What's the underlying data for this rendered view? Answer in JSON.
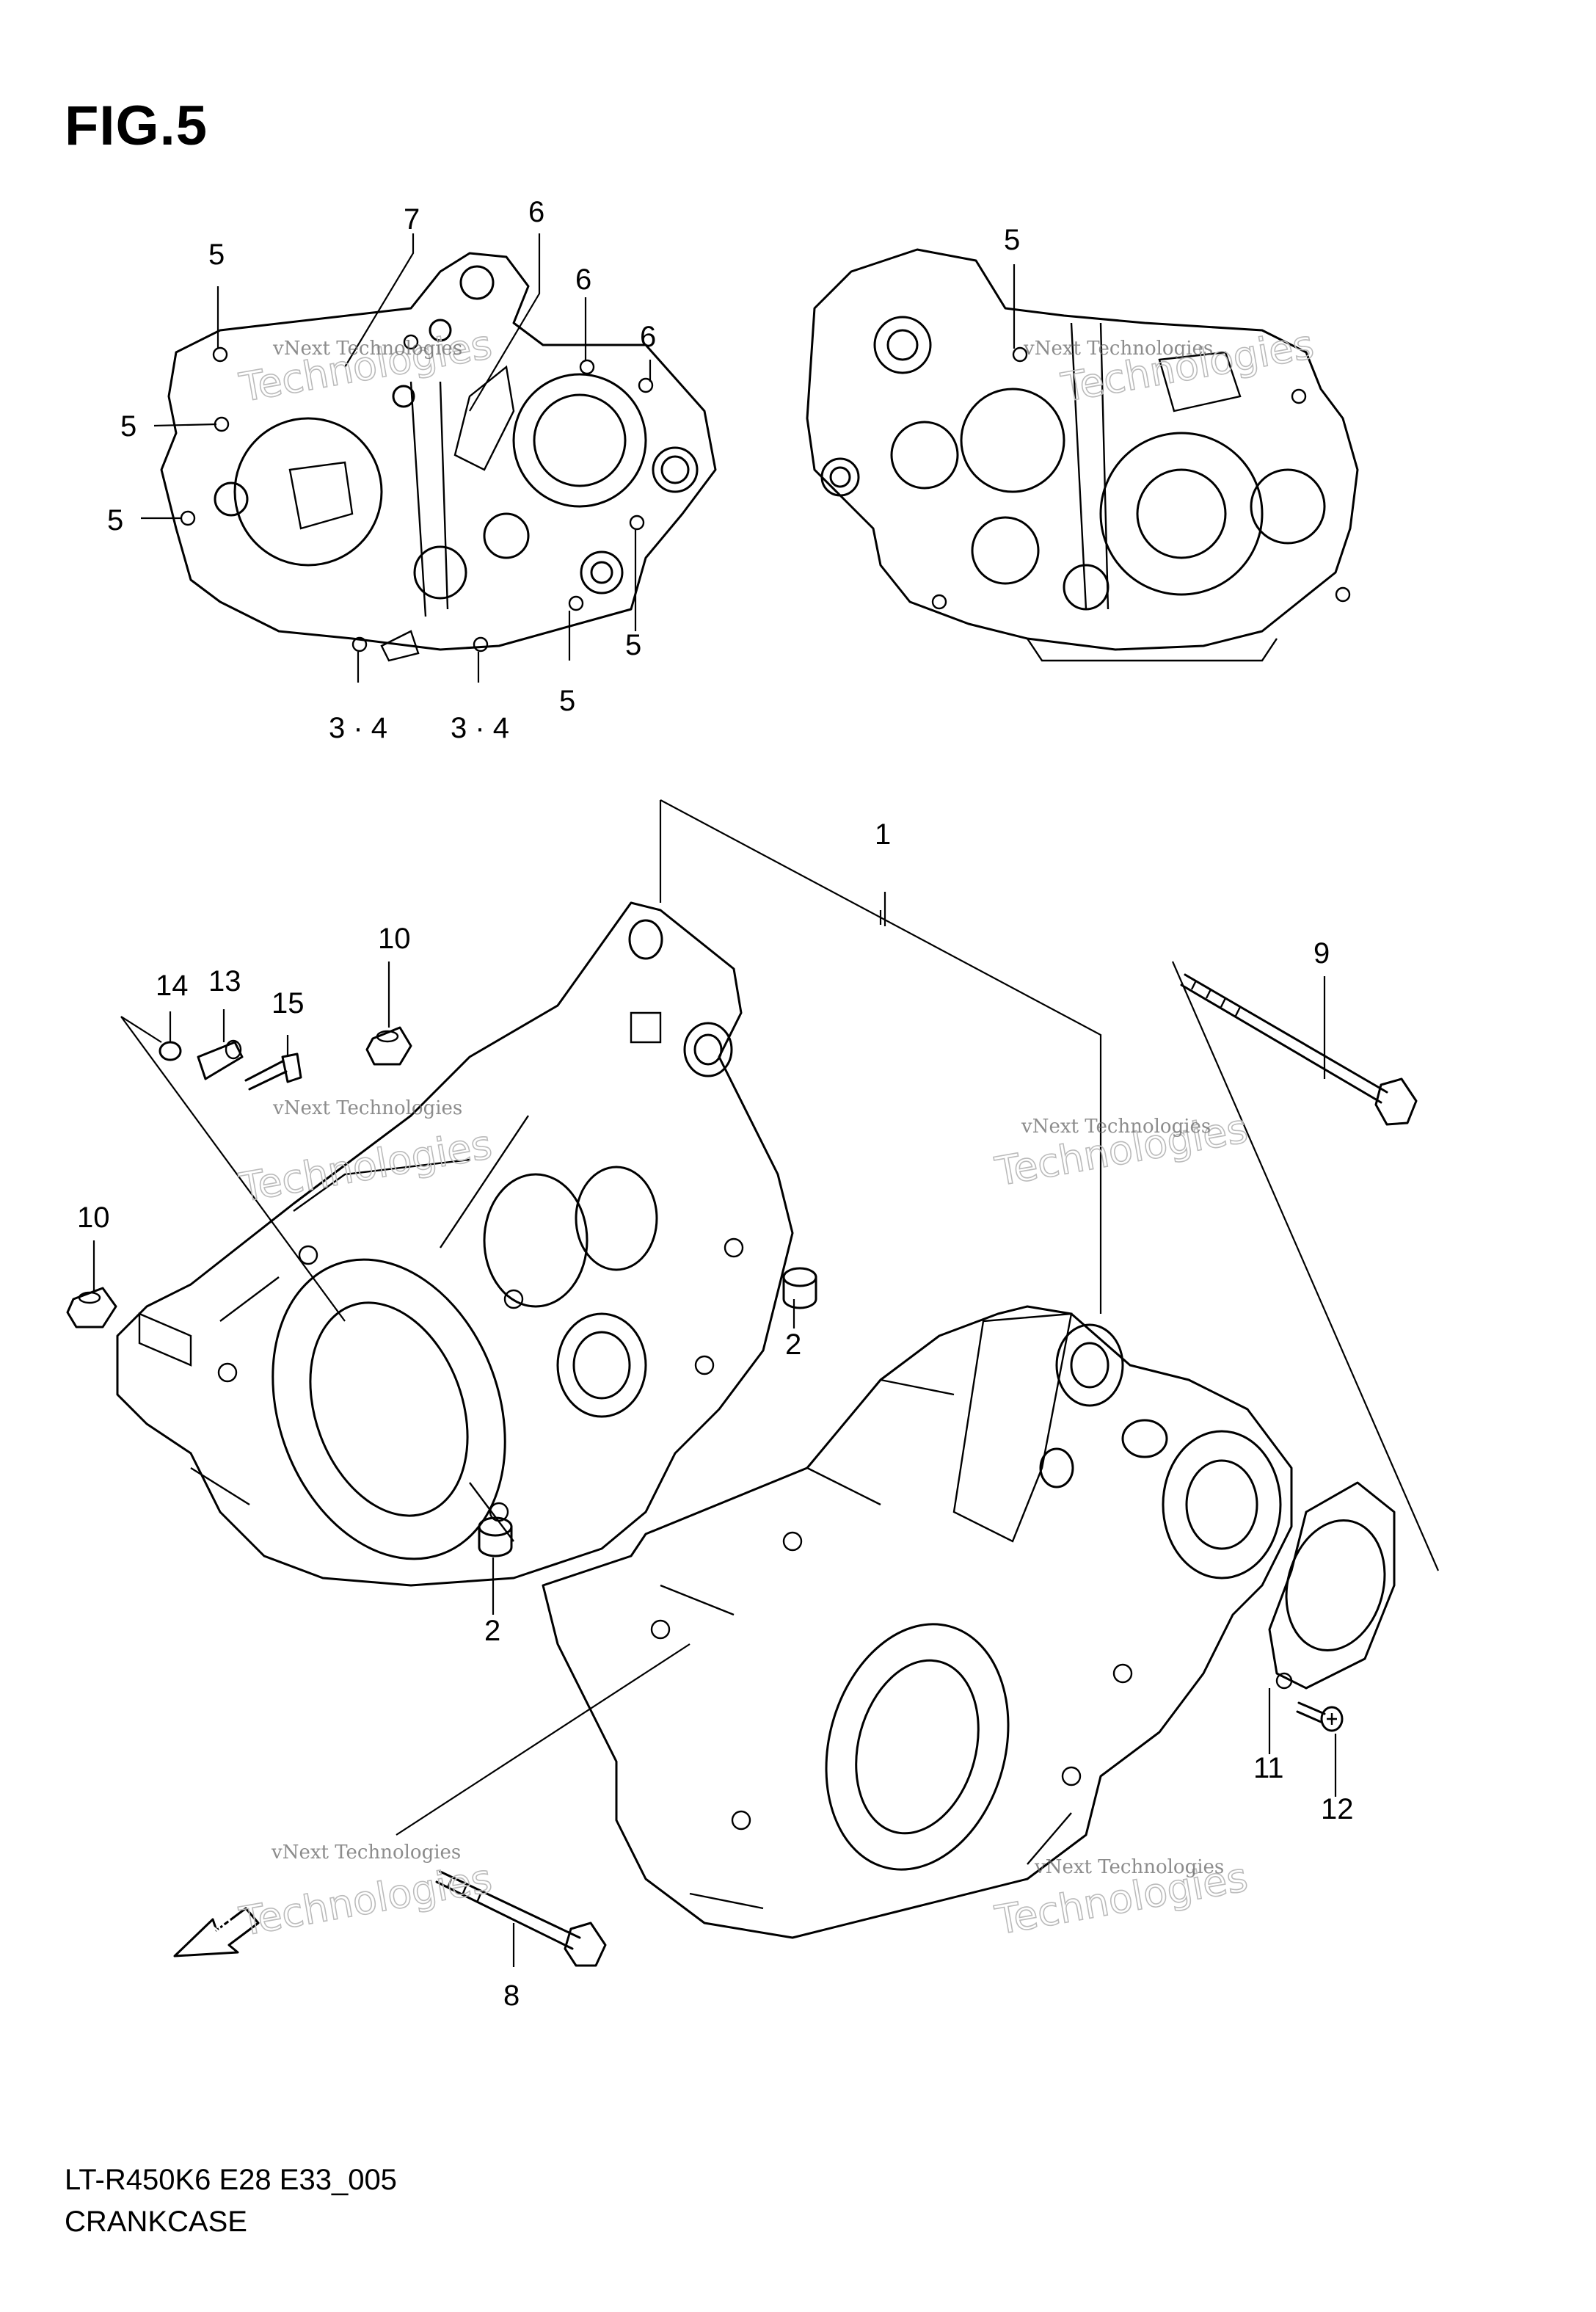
{
  "figure": {
    "title": "FIG.5",
    "code": "LT-R450K6 E28 E33_005",
    "name": "CRANKCASE"
  },
  "callouts": [
    {
      "id": "c1",
      "label": "1"
    },
    {
      "id": "c2a",
      "label": "2"
    },
    {
      "id": "c2b",
      "label": "2"
    },
    {
      "id": "c34a",
      "label": "3 · 4"
    },
    {
      "id": "c34b",
      "label": "3 · 4"
    },
    {
      "id": "c5a",
      "label": "5"
    },
    {
      "id": "c5b",
      "label": "5"
    },
    {
      "id": "c5c",
      "label": "5"
    },
    {
      "id": "c5d",
      "label": "5"
    },
    {
      "id": "c5e",
      "label": "5"
    },
    {
      "id": "c5f",
      "label": "5"
    },
    {
      "id": "c6a",
      "label": "6"
    },
    {
      "id": "c6b",
      "label": "6"
    },
    {
      "id": "c6c",
      "label": "6"
    },
    {
      "id": "c7",
      "label": "7"
    },
    {
      "id": "c8",
      "label": "8"
    },
    {
      "id": "c9",
      "label": "9"
    },
    {
      "id": "c10a",
      "label": "10"
    },
    {
      "id": "c10b",
      "label": "10"
    },
    {
      "id": "c11",
      "label": "11"
    },
    {
      "id": "c12",
      "label": "12"
    },
    {
      "id": "c13",
      "label": "13"
    },
    {
      "id": "c14",
      "label": "14"
    },
    {
      "id": "c15",
      "label": "15"
    }
  ],
  "watermark": {
    "line1": "vNext Technologies",
    "line2": "Technologies"
  },
  "fwd_label": "FWD"
}
